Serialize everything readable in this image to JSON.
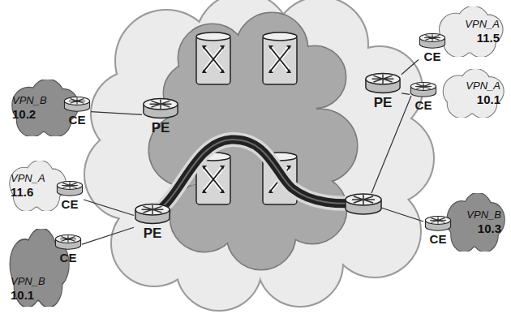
{
  "diagram": {
    "nodes": [
      {
        "text": [
          "VPN_A",
          "11.5"
        ]
      },
      {
        "text": [
          "CE"
        ]
      },
      {
        "text": [
          "VPN_B",
          "10.2"
        ]
      },
      {
        "text": [
          "CE"
        ]
      },
      {
        "text": [
          "VPN_A",
          "10.1"
        ]
      },
      {
        "text": [
          "CE"
        ]
      },
      {
        "text": [
          "PE"
        ]
      },
      {
        "text": [
          "PE"
        ]
      },
      {
        "text": [
          "VPN_A",
          "11.6"
        ]
      },
      {
        "text": [
          "CE"
        ]
      },
      {
        "text": [
          "PE"
        ]
      },
      {
        "text": [
          "VPN_B",
          "10.3"
        ]
      },
      {
        "text": [
          "CE"
        ]
      },
      {
        "text": [
          "VPN_B",
          "10.1"
        ]
      },
      {
        "text": [
          "CE"
        ]
      }
    ],
    "edges": [
      {
        "from": 3,
        "to": 6,
        "arrow": "none"
      },
      {
        "from": 1,
        "to": 7,
        "arrow": "none"
      },
      {
        "from": 5,
        "to": 7,
        "arrow": "none"
      },
      {
        "from": 9,
        "to": 10,
        "arrow": "none"
      },
      {
        "from": 14,
        "to": 10,
        "arrow": "none"
      }
    ]
  }
}
